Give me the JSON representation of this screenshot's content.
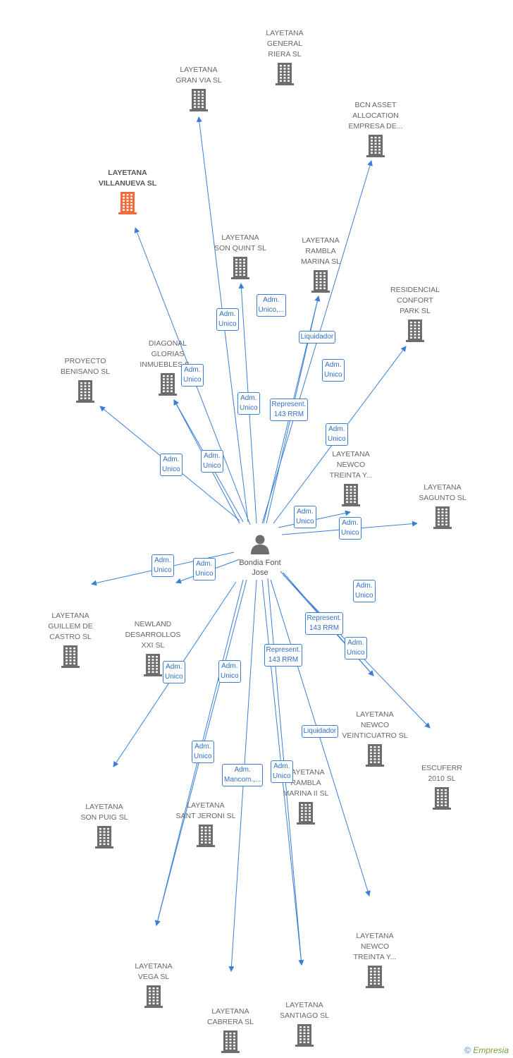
{
  "center": {
    "name": "Bondia Font\nJose"
  },
  "nodes": [
    {
      "id": "gral-riera",
      "label": "LAYETANA\nGENERAL\nRIERA SL"
    },
    {
      "id": "gran-via",
      "label": "LAYETANA\nGRAN VIA SL"
    },
    {
      "id": "bcn-asset",
      "label": "BCN ASSET\nALLOCATION\nEMPRESA DE..."
    },
    {
      "id": "villanueva",
      "label": "LAYETANA\nVILLANUEVA SL",
      "focus": true
    },
    {
      "id": "son-quint",
      "label": "LAYETANA\nSON QUINT SL"
    },
    {
      "id": "rambla",
      "label": "LAYETANA\nRAMBLA\nMARINA SL"
    },
    {
      "id": "confort",
      "label": "RESIDENCIAL\nCONFORT\nPARK SL"
    },
    {
      "id": "diagonal",
      "label": "DIAGONAL\nGLORIAS\nINMUEBLES S..."
    },
    {
      "id": "benisano",
      "label": "PROYECTO\nBENISANO  SL"
    },
    {
      "id": "treinta1",
      "label": "LAYETANA\nNEWCO\nTREINTA Y..."
    },
    {
      "id": "sagunto",
      "label": "LAYETANA\nSAGUNTO SL"
    },
    {
      "id": "guillem",
      "label": "LAYETANA\nGUILLEM DE\nCASTRO SL"
    },
    {
      "id": "newland",
      "label": "NEWLAND\nDESARROLLOS\nXXI SL"
    },
    {
      "id": "veinticuatro",
      "label": "LAYETANA\nNEWCO\nVEINTICUATRO SL"
    },
    {
      "id": "escuferr",
      "label": "ESCUFERR\n2010  SL"
    },
    {
      "id": "son-puig",
      "label": "LAYETANA\nSON PUIG SL"
    },
    {
      "id": "sant-jeroni",
      "label": "LAYETANA\nSANT JERONI SL"
    },
    {
      "id": "rambla2",
      "label": "LAYETANA\nRAMBLA\nMARINA II SL"
    },
    {
      "id": "vega",
      "label": "LAYETANA\nVEGA SL"
    },
    {
      "id": "cabrera",
      "label": "LAYETANA\nCABRERA SL"
    },
    {
      "id": "santiago",
      "label": "LAYETANA\nSANTIAGO SL"
    },
    {
      "id": "treinta2",
      "label": "LAYETANA\nNEWCO\nTREINTA Y..."
    }
  ],
  "relations": [
    {
      "to": "gran-via",
      "label": "Adm.\nUnico"
    },
    {
      "to": "son-quint",
      "label": "Adm.\nUnico,..."
    },
    {
      "to": "rambla",
      "label": "Liquidador"
    },
    {
      "to": "diagonal",
      "label": "Adm.\nUnico"
    },
    {
      "to": "villanueva",
      "label": "Adm.\nUnico"
    },
    {
      "to": "bcn-asset",
      "label": "Represent.\n143 RRM"
    },
    {
      "to": "rambla",
      "label": "Adm.\nUnico"
    },
    {
      "to": "confort",
      "label": "Adm.\nUnico"
    },
    {
      "to": "benisano",
      "label": "Adm.\nUnico"
    },
    {
      "to": "diagonal",
      "label": "Adm.\nUnico"
    },
    {
      "to": "treinta1",
      "label": "Adm.\nUnico"
    },
    {
      "to": "sagunto",
      "label": "Adm.\nUnico"
    },
    {
      "to": "guillem",
      "label": "Adm.\nUnico"
    },
    {
      "to": "newland",
      "label": "Adm.\nUnico"
    },
    {
      "to": "veinticuatro",
      "label": "Adm.\nUnico"
    },
    {
      "to": "veinticuatro",
      "label": "Represent.\n143 RRM"
    },
    {
      "to": "escuferr",
      "label": "Adm.\nUnico"
    },
    {
      "to": "son-puig",
      "label": "Adm.\nUnico"
    },
    {
      "to": "vega",
      "label": "Adm.\nUnico"
    },
    {
      "to": "santiago",
      "label": "Represent.\n143 RRM"
    },
    {
      "to": "vega",
      "label": "Adm.\nUnico"
    },
    {
      "to": "cabrera",
      "label": "Adm.\nMancom.,..."
    },
    {
      "to": "santiago",
      "label": "Adm.\nUnico"
    },
    {
      "to": "treinta2",
      "label": "Liquidador"
    }
  ],
  "brand": {
    "symbol": "©",
    "name": "Empresia"
  },
  "colors": {
    "edge": "#3b7fd4",
    "building": "#6d6d6d",
    "focus": "#f26b3a"
  }
}
